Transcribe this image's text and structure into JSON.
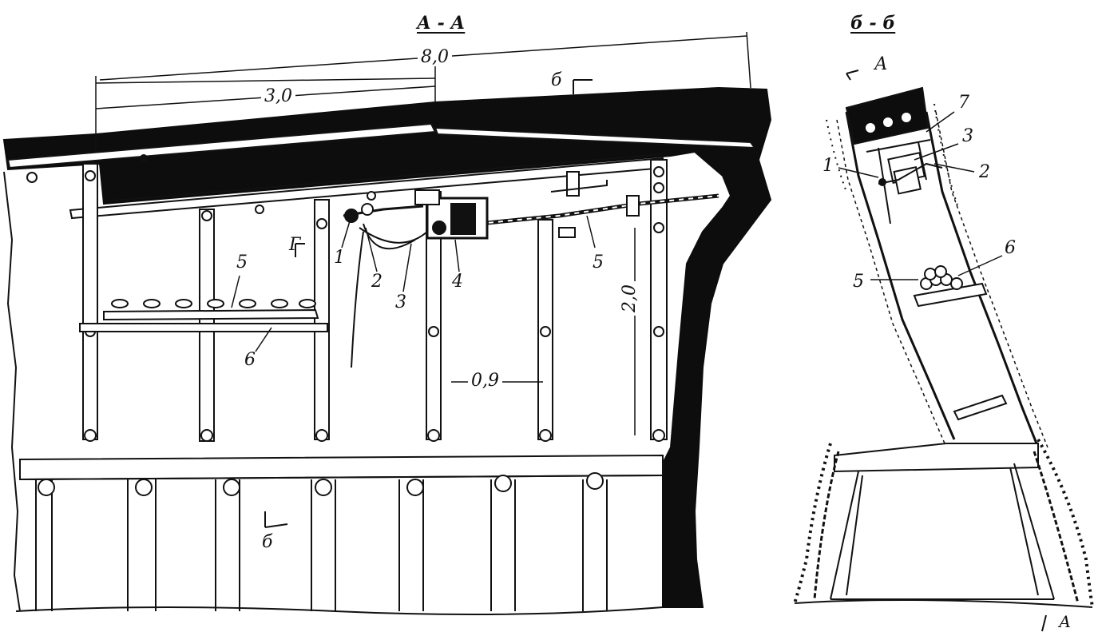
{
  "section_views": [
    {
      "title": "А - А",
      "dimensions": [
        "8,0",
        "3,0",
        "0,9",
        "2,0"
      ],
      "cut_marks": [
        "б",
        "б",
        "Г"
      ],
      "callouts": [
        "1",
        "2",
        "3",
        "4",
        "5",
        "5",
        "6"
      ]
    },
    {
      "title": "б - б",
      "cut_marks": [
        "А",
        "А"
      ],
      "callouts": [
        "7",
        "3",
        "1",
        "2",
        "5",
        "6"
      ]
    }
  ],
  "colors": {
    "ink": "#111111",
    "paper": "#ffffff",
    "rock": "#0d0d0d"
  }
}
